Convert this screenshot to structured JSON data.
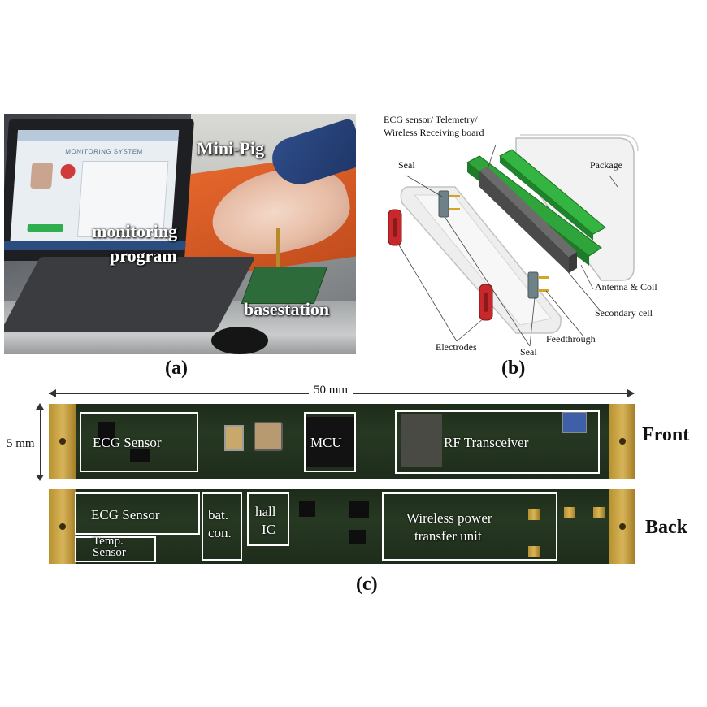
{
  "panel_a": {
    "label": "(a)",
    "screen_title": "MONITORING SYSTEM",
    "annotations": {
      "mini_pig": "Mini-Pig",
      "monitoring_line1": "monitoring",
      "monitoring_line2": "program",
      "basestation": "basestation"
    }
  },
  "panel_b": {
    "label": "(b)",
    "board_label_line1": "ECG sensor/  Telemetry/",
    "board_label_line2": "Wireless Receiving board",
    "seal_top": "Seal",
    "package": "Package",
    "antenna_coil": "Antenna & Coil",
    "secondary_cell": "Secondary cell",
    "feedthrough": "Feedthrough",
    "electrodes": "Electrodes",
    "seal_bottom": "Seal"
  },
  "panel_c": {
    "label": "(c)",
    "length": "50 mm",
    "width": "5 mm",
    "front": {
      "side": "Front",
      "ecg_sensor": "ECG Sensor",
      "mcu": "MCU",
      "rf_transceiver": "RF Transceiver"
    },
    "back": {
      "side": "Back",
      "ecg_sensor": "ECG Sensor",
      "temp_line1": "Temp.",
      "temp_line2": "Sensor",
      "bat_line1": "bat.",
      "bat_line2": "con.",
      "hall_line1": "hall",
      "hall_line2": "IC",
      "wpt_line1": "Wireless power",
      "wpt_line2": "transfer unit"
    }
  },
  "colors": {
    "board_green": "#2fa43a",
    "electrode_red": "#c8282b",
    "pcb_dark": "#1f2d1b",
    "pad_gold": "#c9a442",
    "stretcher_orange": "#d85a24"
  }
}
